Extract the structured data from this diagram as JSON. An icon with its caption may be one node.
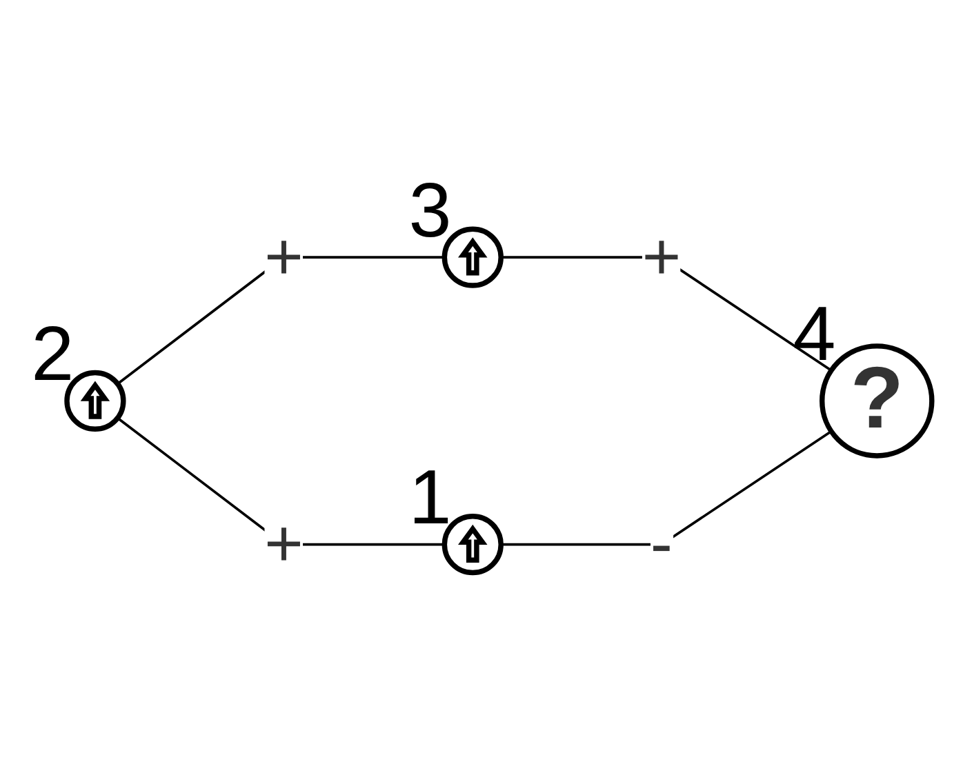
{
  "diagram": {
    "nodes": [
      {
        "text": [],
        "shape": "circle",
        "beside": [
          "2"
        ]
      },
      {
        "text": [],
        "shape": "circle",
        "beside": [
          "3"
        ]
      },
      {
        "text": [],
        "shape": "circle",
        "beside": [
          "1"
        ]
      },
      {
        "text": [
          "?"
        ],
        "beside": [
          "4"
        ]
      }
    ],
    "edges": [
      {
        "from": 0,
        "to": 1,
        "arrow": "none",
        "label": "+"
      },
      {
        "from": 0,
        "to": 2,
        "arrow": "none",
        "label": "+"
      },
      {
        "from": 1,
        "to": 3,
        "arrow": "none",
        "label": "+"
      },
      {
        "from": 2,
        "to": 3,
        "arrow": "none",
        "label": "-"
      }
    ]
  }
}
